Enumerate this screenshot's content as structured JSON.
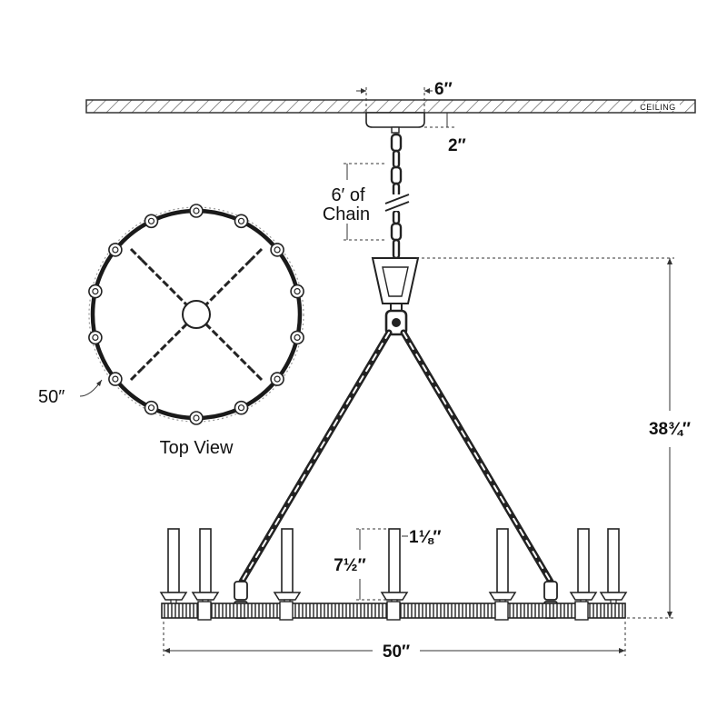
{
  "labels": {
    "canopy_width": "6″",
    "canopy_height": "2″",
    "ceiling": "CEILING",
    "chain_line1": "6′ of",
    "chain_line2": "Chain",
    "top_view_diameter": "50″",
    "top_view_caption": "Top View",
    "overall_height": "38¾″",
    "candle_width": "1⅛″",
    "candle_height": "7½″",
    "overall_width": "50″"
  },
  "colors": {
    "line": "#1a1a1a",
    "dimension": "#333333",
    "metal": "#2b2b2b"
  },
  "icons": {
    "ceiling": "hatched-ceiling-line",
    "canopy": "ceiling-canopy",
    "chain": "chain-links"
  }
}
